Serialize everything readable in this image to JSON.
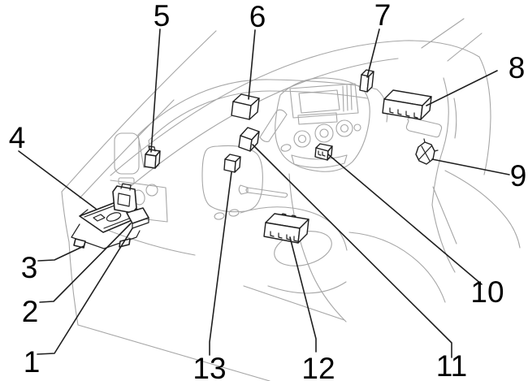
{
  "diagram": {
    "background": "#ffffff",
    "art_stroke": "#a6a6a6",
    "callout_stroke": "#1f1f1f",
    "label_color": "#000000",
    "callouts": [
      {
        "label": "1"
      },
      {
        "label": "2"
      },
      {
        "label": "3"
      },
      {
        "label": "4"
      },
      {
        "label": "5"
      },
      {
        "label": "6"
      },
      {
        "label": "7"
      },
      {
        "label": "8"
      },
      {
        "label": "9"
      },
      {
        "label": "10"
      },
      {
        "label": "11"
      },
      {
        "label": "12"
      },
      {
        "label": "13"
      }
    ]
  }
}
